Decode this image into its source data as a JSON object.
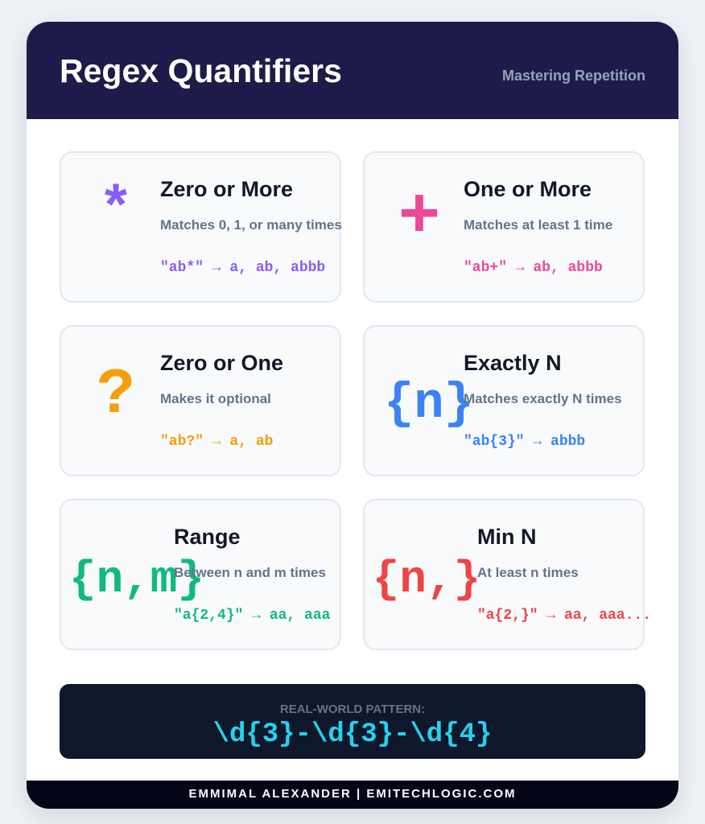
{
  "header": {
    "title": "Regex Quantifiers",
    "subtitle": "Mastering Repetition"
  },
  "cards": [
    {
      "symbol": "*",
      "title": "Zero or More",
      "description": "Matches 0, 1, or many times",
      "example": "\"ab*\" → a, ab, abbb",
      "color": "#8b5cf6"
    },
    {
      "symbol": "+",
      "title": "One or More",
      "description": "Matches at least 1 time",
      "example": "\"ab+\" → ab, abbb",
      "color": "#ec4899"
    },
    {
      "symbol": "?",
      "title": "Zero or One",
      "description": "Makes it optional",
      "example": "\"ab?\" → a, ab",
      "color": "#f59e0b"
    },
    {
      "symbol": "{n}",
      "title": "Exactly N",
      "description": "Matches exactly N times",
      "example": "\"ab{3}\" → abbb",
      "color": "#3b82f6"
    },
    {
      "symbol": "{n,m}",
      "title": "Range",
      "description": "Between n and m times",
      "example": "\"a{2,4}\" → aa, aaa",
      "color": "#10b981"
    },
    {
      "symbol": "{n,}",
      "title": "Min N",
      "description": "At least n times",
      "example": "\"a{2,}\" → aa, aaa...",
      "color": "#ef4444"
    }
  ],
  "pattern": {
    "label": "REAL-WORLD PATTERN:",
    "code": "\\d{3}-\\d{3}-\\d{4}"
  },
  "footer": {
    "text": "EMMIMAL ALEXANDER | EMITECHLOGIC.COM"
  }
}
